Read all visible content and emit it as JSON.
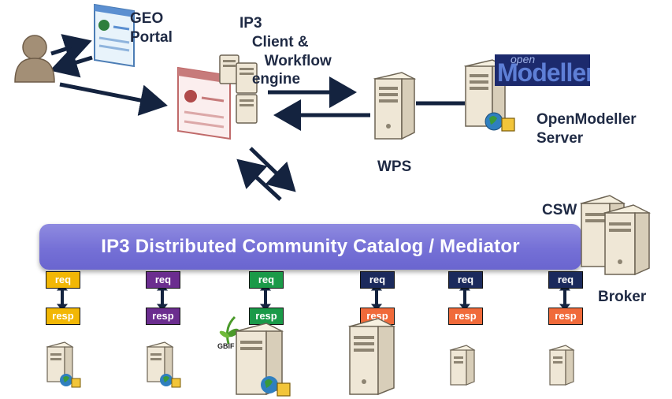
{
  "labels": {
    "geo_portal": "GEO\nPortal",
    "ip3_client": "IP3\n   Client &\n      Workflow\n   engine",
    "wps": "WPS",
    "openmodeller_server": "OpenModeller\nServer",
    "csw": "CSW",
    "broker": "Broker",
    "banner": "IP3 Distributed Community Catalog / Mediator",
    "logo_small": "open",
    "logo_big": "Modeller",
    "gbif": "GBIF"
  },
  "connectors": [
    {
      "req": "req",
      "resp": "resp",
      "req_color": "#f2b705",
      "resp_color": "#f2b705"
    },
    {
      "req": "req",
      "resp": "resp",
      "req_color": "#6b2d8f",
      "resp_color": "#6b2d8f"
    },
    {
      "req": "req",
      "resp": "resp",
      "req_color": "#1a9a48",
      "resp_color": "#1a9a48"
    },
    {
      "req": "req",
      "resp": "resp",
      "req_color": "#1b2a5c",
      "resp_color": "#f06a3a"
    },
    {
      "req": "req",
      "resp": "resp",
      "req_color": "#1b2a5c",
      "resp_color": "#f06a3a"
    },
    {
      "req": "req",
      "resp": "resp",
      "req_color": "#1b2a5c",
      "resp_color": "#f06a3a"
    }
  ]
}
